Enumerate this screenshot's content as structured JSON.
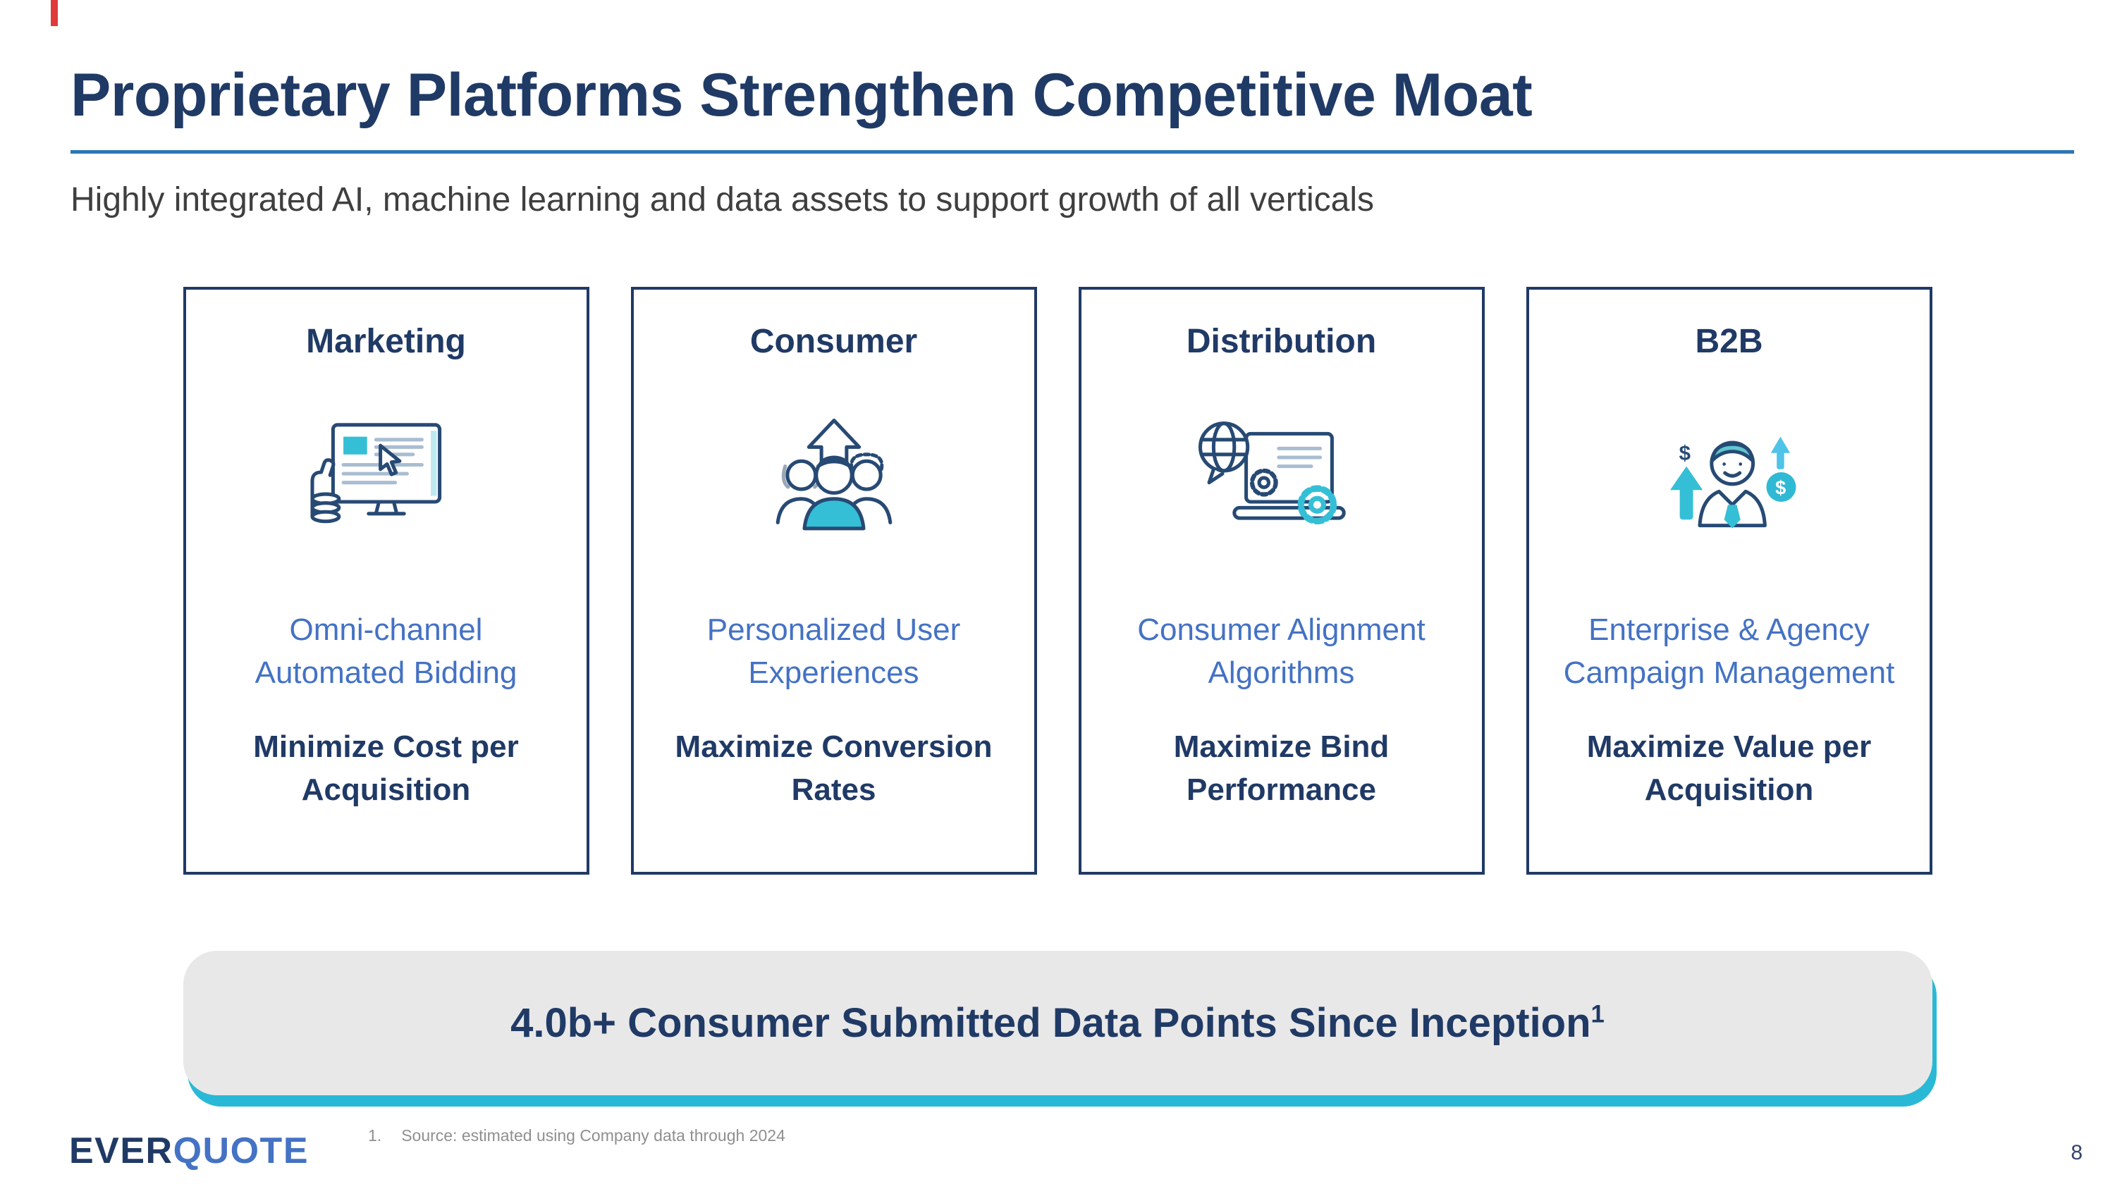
{
  "slide": {
    "title": "Proprietary Platforms Strengthen Competitive Moat",
    "subtitle": "Highly integrated AI, machine learning and data assets to support growth of all verticals",
    "page_number": "8"
  },
  "cards": [
    {
      "title": "Marketing",
      "feature": "Omni-channel Automated Bidding",
      "benefit": "Minimize Cost per Acquisition"
    },
    {
      "title": "Consumer",
      "feature": "Personalized User Experiences",
      "benefit": "Maximize Conversion Rates"
    },
    {
      "title": "Distribution",
      "feature": "Consumer Alignment Algorithms",
      "benefit": "Maximize Bind Performance"
    },
    {
      "title": "B2B",
      "feature": "Enterprise & Agency Campaign Management",
      "benefit": "Maximize Value per Acquisition"
    }
  ],
  "banner": {
    "text": "4.0b+ Consumer Submitted Data Points Since Inception",
    "superscript": "1"
  },
  "footnote": {
    "number": "1.",
    "text": "Source: estimated using Company data through 2024"
  },
  "logo": {
    "part1": "EVER",
    "part2": "QUOTE"
  },
  "icons": {
    "dollar": "$"
  },
  "colors": {
    "navy": "#203a66",
    "accent_blue": "#4472c4",
    "teal": "#35bfd6",
    "title_rule_blue": "#2e75b6",
    "banner_bg": "#e9e8e8",
    "banner_shadow": "#29b9d6",
    "red_marker": "#e03a3a",
    "footnote_gray": "#8f8f8f"
  }
}
